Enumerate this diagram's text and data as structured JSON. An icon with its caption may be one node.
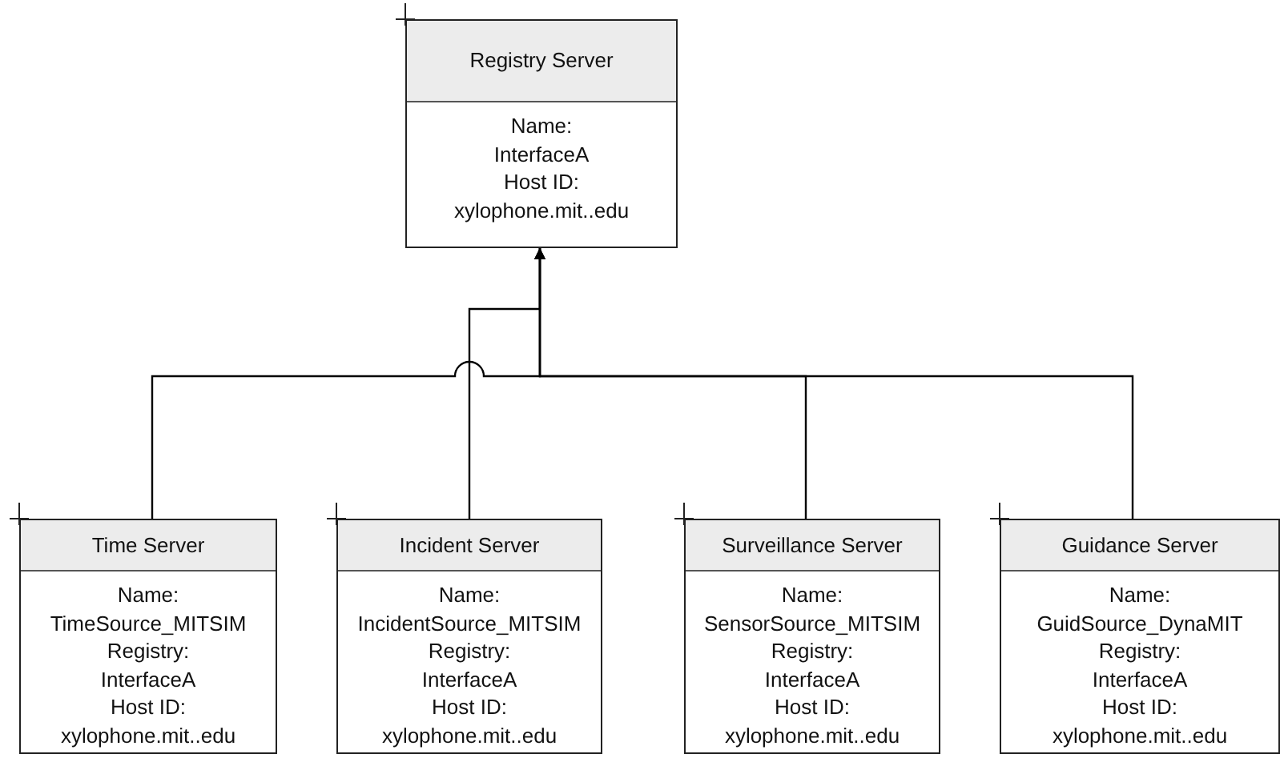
{
  "diagram": {
    "nodes": [
      {
        "text": [
          "Registry Server",
          "Name:",
          "InterfaceA",
          "Host ID:",
          "xylophone.mit..edu"
        ]
      },
      {
        "text": [
          "Time Server",
          "Name:",
          "TimeSource_MITSIM",
          "Registry:",
          "InterfaceA",
          "Host ID:",
          "xylophone.mit..edu"
        ]
      },
      {
        "text": [
          "Incident Server",
          "Name:",
          "IncidentSource_MITSIM",
          "Registry:",
          "InterfaceA",
          "Host ID:",
          "xylophone.mit..edu"
        ]
      },
      {
        "text": [
          "Surveillance Server",
          "Name:",
          "SensorSource_MITSIM",
          "Registry:",
          "InterfaceA",
          "Host ID:",
          "xylophone.mit..edu"
        ]
      },
      {
        "text": [
          "Guidance Server",
          "Name:",
          "GuidSource_DynaMIT",
          "Registry:",
          "InterfaceA",
          "Host ID:",
          "xylophone.mit..edu"
        ]
      }
    ],
    "edges": [
      {
        "from": 1,
        "to": 0,
        "arrow": "to"
      },
      {
        "from": 2,
        "to": 0,
        "arrow": "to"
      },
      {
        "from": 3,
        "to": 0,
        "arrow": "to"
      },
      {
        "from": 4,
        "to": 0,
        "arrow": "to"
      }
    ]
  }
}
